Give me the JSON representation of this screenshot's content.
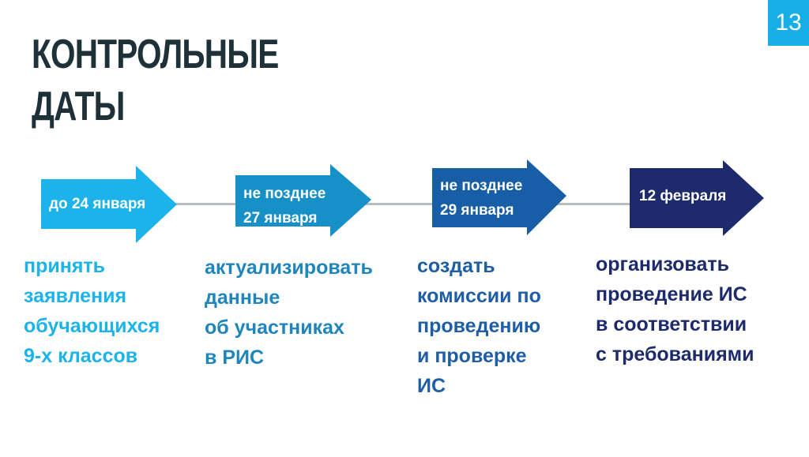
{
  "title": {
    "line1": "КОНТРОЛЬНЫЕ",
    "line2": "ДАТЫ"
  },
  "page_number": "13",
  "colors": {
    "title": "#1f3138",
    "connector": "#b7bcc0",
    "badge": "#17aee6"
  },
  "steps": [
    {
      "date_lines": [
        "до 24 января"
      ],
      "arrow_color": "#1cb3ea",
      "text_color": "#1cb3ea",
      "description": [
        "принять",
        "заявления",
        "обучающихся",
        "9-х классов"
      ]
    },
    {
      "date_lines": [
        "не позднее",
        "27 января"
      ],
      "arrow_color": "#1790c8",
      "text_color": "#1f85bd",
      "description": [
        "актуализировать",
        "данные",
        "об участниках",
        "в РИС"
      ]
    },
    {
      "date_lines": [
        "не позднее",
        "29 января"
      ],
      "arrow_color": "#185ea6",
      "text_color": "#1e5ea6",
      "description": [
        "создать",
        "комиссии по",
        "проведению",
        "и проверке",
        "ИС"
      ]
    },
    {
      "date_lines": [
        "12 февраля"
      ],
      "arrow_color": "#1d2a6c",
      "text_color": "#1d2a6c",
      "description": [
        "организовать",
        "проведение ИС",
        "в соответствии",
        "с требованиями"
      ]
    }
  ]
}
